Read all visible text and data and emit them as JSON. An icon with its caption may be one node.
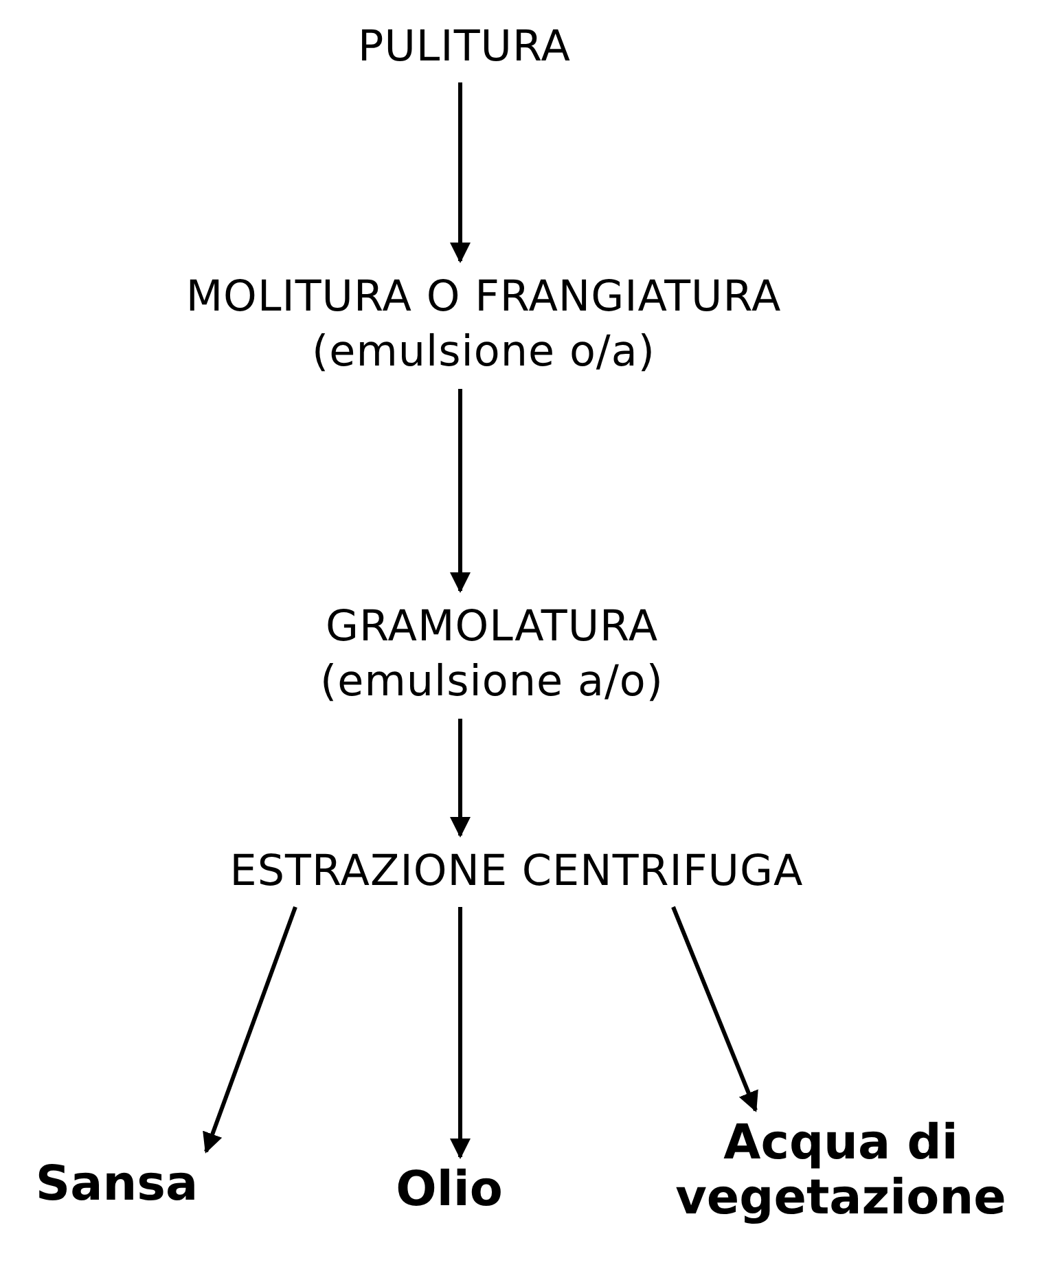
{
  "diagram": {
    "nodes": [
      {
        "text": [
          "PULITURA"
        ]
      },
      {
        "text": [
          "MOLITURA O FRANGIATURA",
          "(emulsione o/a)"
        ]
      },
      {
        "text": [
          "GRAMOLATURA",
          "(emulsione a/o)"
        ]
      },
      {
        "text": [
          "ESTRAZIONE CENTRIFUGA"
        ]
      },
      {
        "text": [
          "Sansa"
        ]
      },
      {
        "text": [
          "Olio"
        ]
      },
      {
        "text": [
          "Acqua di vegetazione"
        ]
      }
    ],
    "edges": [
      {
        "from": 0,
        "to": 1,
        "arrow": "to"
      },
      {
        "from": 1,
        "to": 2,
        "arrow": "to"
      },
      {
        "from": 2,
        "to": 3,
        "arrow": "to"
      },
      {
        "from": 3,
        "to": 4,
        "arrow": "to"
      },
      {
        "from": 3,
        "to": 5,
        "arrow": "to"
      },
      {
        "from": 3,
        "to": 6,
        "arrow": "to"
      }
    ]
  }
}
